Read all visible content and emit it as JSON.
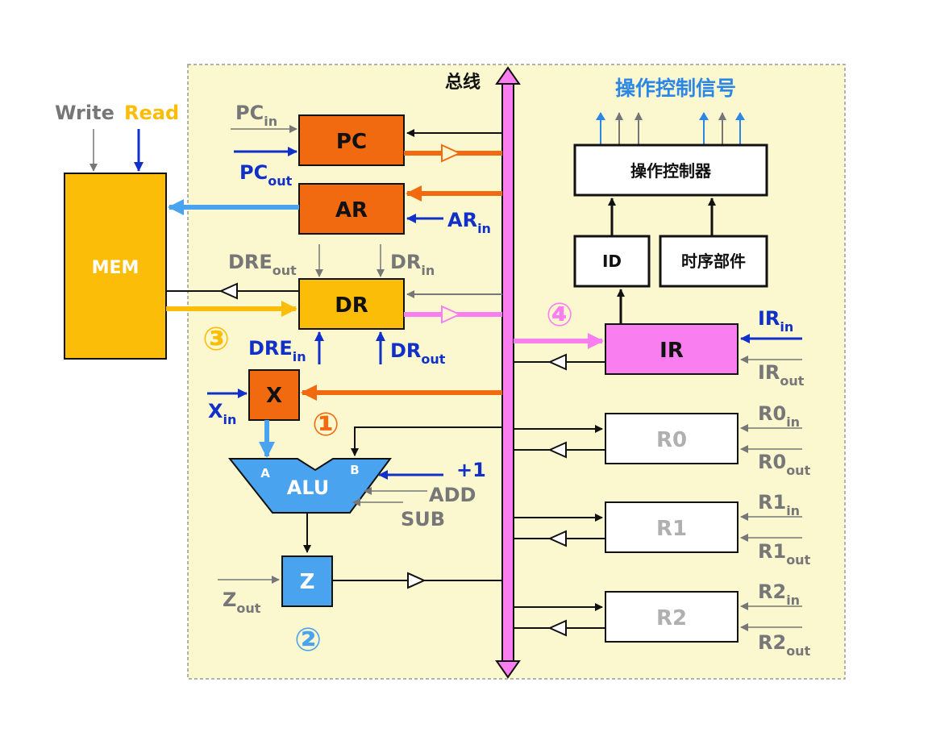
{
  "bus": {
    "label": "总线"
  },
  "control": {
    "title": "操作控制信号",
    "controller": "操作控制器",
    "decoder": "ID",
    "timing": "时序部件"
  },
  "mem": {
    "label": "MEM",
    "write": "Write",
    "read": "Read"
  },
  "registers": {
    "pc": "PC",
    "ar": "AR",
    "dr": "DR",
    "x": "X",
    "z": "Z",
    "ir": "IR",
    "r0": "R0",
    "r1": "R1",
    "r2": "R2"
  },
  "alu": {
    "label": "ALU",
    "port_a": "A",
    "port_b": "B",
    "plus1": "+1",
    "add": "ADD",
    "sub": "SUB"
  },
  "signals": {
    "pc_in": {
      "base": "PC",
      "sub": "in"
    },
    "pc_out": {
      "base": "PC",
      "sub": "out"
    },
    "ar_in": {
      "base": "AR",
      "sub": "in"
    },
    "dre_out": {
      "base": "DRE",
      "sub": "out"
    },
    "dr_in": {
      "base": "DR",
      "sub": "in"
    },
    "dre_in": {
      "base": "DRE",
      "sub": "in"
    },
    "dr_out": {
      "base": "DR",
      "sub": "out"
    },
    "x_in": {
      "base": "X",
      "sub": "in"
    },
    "z_out": {
      "base": "Z",
      "sub": "out"
    },
    "ir_in": {
      "base": "IR",
      "sub": "in"
    },
    "ir_out": {
      "base": "IR",
      "sub": "out"
    },
    "r0_in": {
      "base": "R0",
      "sub": "in"
    },
    "r0_out": {
      "base": "R0",
      "sub": "out"
    },
    "r1_in": {
      "base": "R1",
      "sub": "in"
    },
    "r1_out": {
      "base": "R1",
      "sub": "out"
    },
    "r2_in": {
      "base": "R2",
      "sub": "in"
    },
    "r2_out": {
      "base": "R2",
      "sub": "out"
    }
  },
  "steps": {
    "s1": "①",
    "s2": "②",
    "s3": "③",
    "s4": "④"
  },
  "colors": {
    "panel_bg": "#fbf8cf",
    "orange": "#f26a10",
    "amber": "#fbbd08",
    "blue_light": "#4aa3ef",
    "blue_dark": "#1130c8",
    "magenta": "#f97ff0",
    "gray": "#777777",
    "gray_light": "#b0b0b0"
  }
}
